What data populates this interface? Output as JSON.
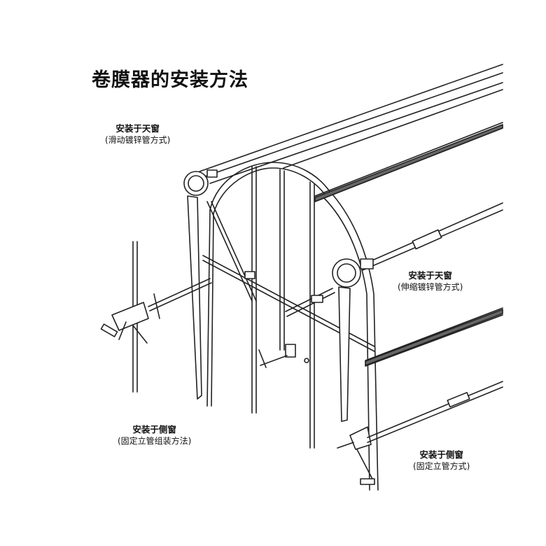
{
  "title": "卷膜器的安装方法",
  "labels": [
    {
      "id": "top-left",
      "main": "安装于天窗",
      "sub": "(滑动镀锌管方式)"
    },
    {
      "id": "top-right",
      "main": "安装于天窗",
      "sub": "(伸缩镀锌管方式)"
    },
    {
      "id": "bottom-left",
      "main": "安装于侧窗",
      "sub": "(固定立管组装方法)"
    },
    {
      "id": "bottom-right",
      "main": "安装于侧窗",
      "sub": "(固定立管方式)"
    }
  ],
  "colors": {
    "line": "#222222",
    "fill": "#ffffff",
    "film": "#555555"
  }
}
